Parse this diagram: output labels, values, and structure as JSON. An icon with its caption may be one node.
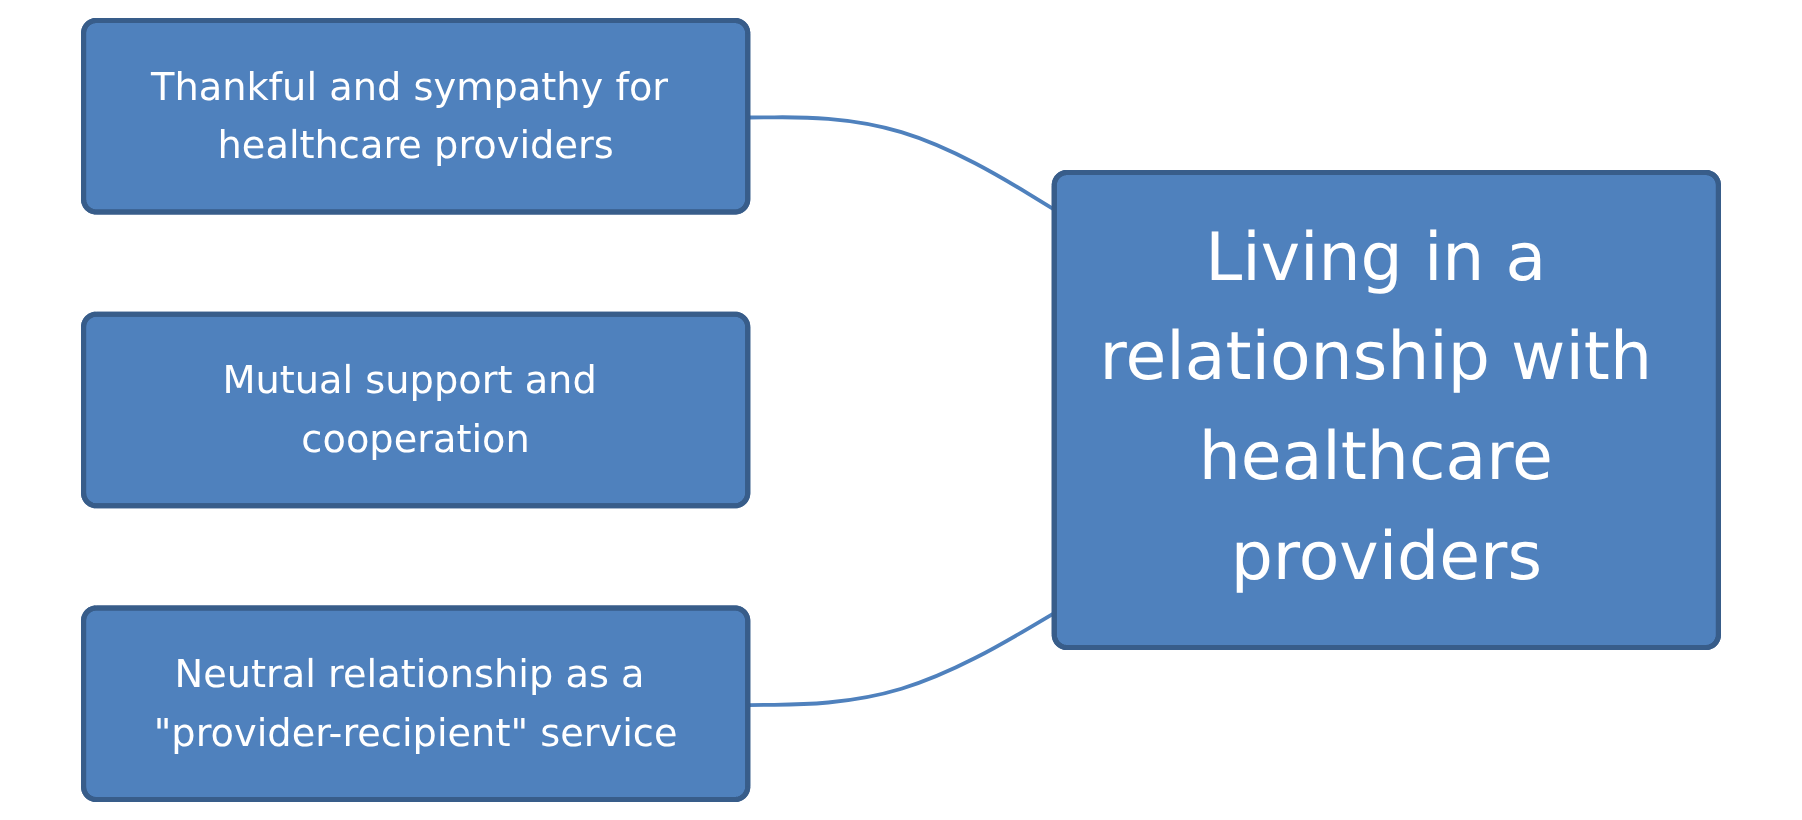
{
  "diagram": {
    "nodes": [
      {
        "text": [
          "Thankful and sympathy for healthcare providers"
        ]
      },
      {
        "text": [
          "Mutual support and cooperation"
        ]
      },
      {
        "text": [
          "Neutral relationship as a \"provider-recipient\" service"
        ]
      },
      {
        "text": [
          "Living in a relationship with healthcare providers"
        ]
      }
    ],
    "edges": [
      {
        "from": 0,
        "to": 3,
        "arrow": "none"
      },
      {
        "from": 2,
        "to": 3,
        "arrow": "none"
      }
    ]
  }
}
